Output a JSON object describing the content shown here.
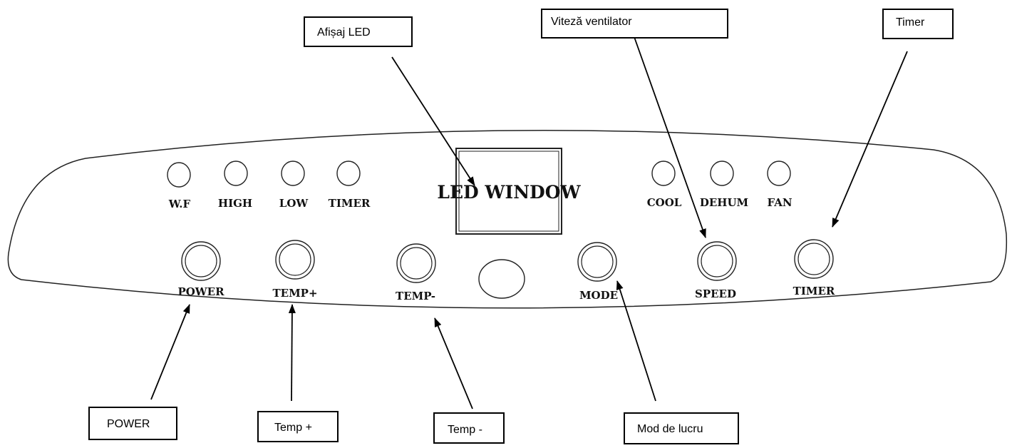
{
  "led_window": {
    "text": "LED WINDOW"
  },
  "indicators_left": [
    "W.F",
    "HIGH",
    "LOW",
    "TIMER"
  ],
  "indicators_right": [
    "COOL",
    "DEHUM",
    "FAN"
  ],
  "buttons": [
    "POWER",
    "TEMP+",
    "TEMP-",
    "MODE",
    "SPEED",
    "TIMER"
  ],
  "callouts": {
    "led": "Afișaj LED",
    "fan_speed": "Viteză ventilator",
    "timer": "Timer",
    "power": "POWER",
    "temp_plus": "Temp +",
    "temp_minus": "Temp -",
    "mode": "Mod de lucru"
  }
}
